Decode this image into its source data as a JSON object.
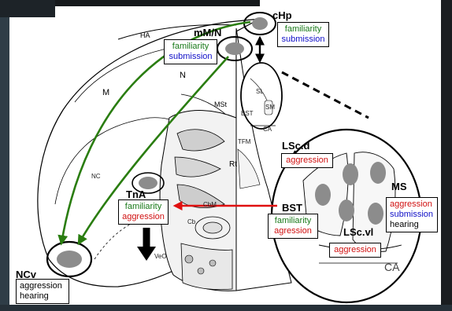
{
  "regions": {
    "chp": "cHp",
    "mmn": "mM/N",
    "tna": "TnA",
    "bst": "BST",
    "lscd": "LSc.d",
    "ms": "MS",
    "lscvl": "LSc.vl",
    "ncv": "NCv"
  },
  "anatomy": {
    "ha": "HA",
    "n": "N",
    "m": "M",
    "mst": "MSt",
    "nc": "NC",
    "rt": "Rt",
    "cb": "Cb",
    "cbm": "CbM",
    "sl": "SL",
    "sm": "SM",
    "ca": "CA",
    "bst_small": "BST",
    "tfm": "TFM",
    "ca_large": "CA",
    "veo": "VeO"
  },
  "boxes": {
    "chp": [
      "familiarity",
      "submission"
    ],
    "mmn": [
      "familiarity",
      "submission"
    ],
    "tna": [
      "familiarity",
      "aggression"
    ],
    "bst": [
      "familiarity",
      "agression"
    ],
    "lscd": [
      "aggression"
    ],
    "ms": [
      "aggression",
      "submission",
      "hearing"
    ],
    "lscvl": [
      "aggression"
    ],
    "ncv": [
      "aggression",
      "hearing"
    ]
  },
  "colors": {
    "familiarity": "#1a7a1a",
    "submission": "#1010c8",
    "aggression": "#d01010",
    "hearing": "#000000",
    "nucleus_fill": "#8c8c8c",
    "green_arrow": "#2a7d10",
    "red_arrow": "#e01010"
  }
}
